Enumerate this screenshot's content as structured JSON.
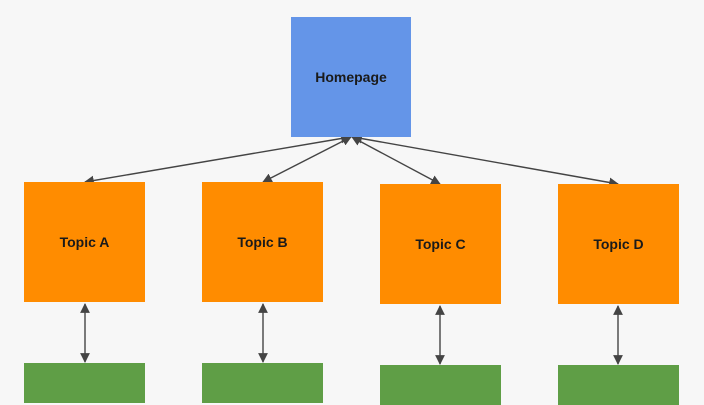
{
  "diagram": {
    "colors": {
      "home": "#6495e8",
      "topic": "#ff8c00",
      "sub": "#5f9e46",
      "edge": "#444444"
    },
    "home": {
      "label": "Homepage"
    },
    "topics": [
      {
        "label": "Topic A"
      },
      {
        "label": "Topic B"
      },
      {
        "label": "Topic C"
      },
      {
        "label": "Topic D"
      }
    ]
  }
}
